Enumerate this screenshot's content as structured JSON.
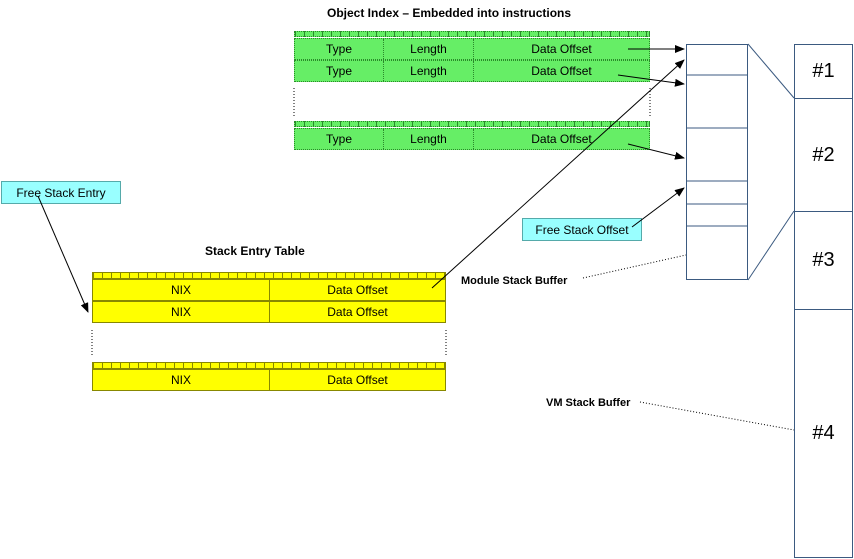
{
  "object_index": {
    "title": "Object Index – Embedded into instructions",
    "rows": [
      {
        "type": "Type",
        "length": "Length",
        "offset": "Data Offset"
      },
      {
        "type": "Type",
        "length": "Length",
        "offset": "Data Offset"
      },
      {
        "type": "Type",
        "length": "Length",
        "offset": "Data Offset"
      }
    ]
  },
  "stack_entry_table": {
    "title": "Stack Entry Table",
    "rows": [
      {
        "nix": "NIX",
        "offset": "Data Offset"
      },
      {
        "nix": "NIX",
        "offset": "Data Offset"
      },
      {
        "nix": "NIX",
        "offset": "Data Offset"
      }
    ]
  },
  "free_stack_entry": "Free Stack Entry",
  "free_stack_offset": "Free Stack Offset",
  "module_stack_buffer": "Module Stack Buffer",
  "vm_stack_buffer": "VM Stack Buffer",
  "vm_segments": [
    "#1",
    "#2",
    "#3",
    "#4"
  ],
  "colors": {
    "green": "#66ee66",
    "yellow": "#ffff00",
    "cyan": "#99ffff",
    "stack_border": "#3b5a80"
  }
}
